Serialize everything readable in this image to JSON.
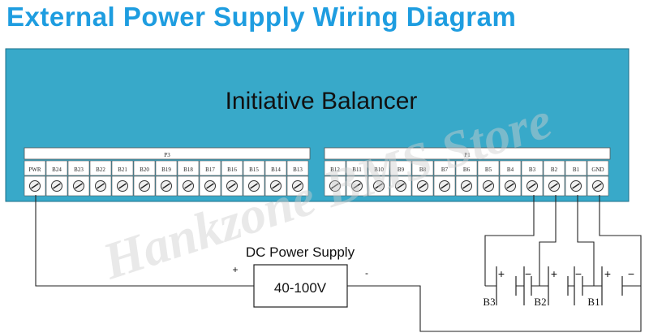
{
  "title": "External Power Supply Wiring Diagram",
  "watermark": "Hankzone BMS Store",
  "balancer": {
    "name": "Initiative Balancer",
    "color": "#38a9c9",
    "p3": {
      "label": "P3",
      "pins": [
        "PWR",
        "B24",
        "B23",
        "B22",
        "B21",
        "B20",
        "B19",
        "B18",
        "B17",
        "B16",
        "B15",
        "B14",
        "B13"
      ]
    },
    "p1": {
      "label": "P1",
      "pins": [
        "B12",
        "B11",
        "B10",
        "B9",
        "B8",
        "B7",
        "B6",
        "B5",
        "B4",
        "B3",
        "B2",
        "B1",
        "GND"
      ]
    }
  },
  "power_supply": {
    "title": "DC Power Supply",
    "voltage": "40-100V",
    "plus": "+",
    "minus": "-"
  },
  "batteries": [
    {
      "label": "B3",
      "plus": "+",
      "minus": "−"
    },
    {
      "label": "B2",
      "plus": "+",
      "minus": "−"
    },
    {
      "label": "B1",
      "plus": "+",
      "minus": "−"
    }
  ]
}
